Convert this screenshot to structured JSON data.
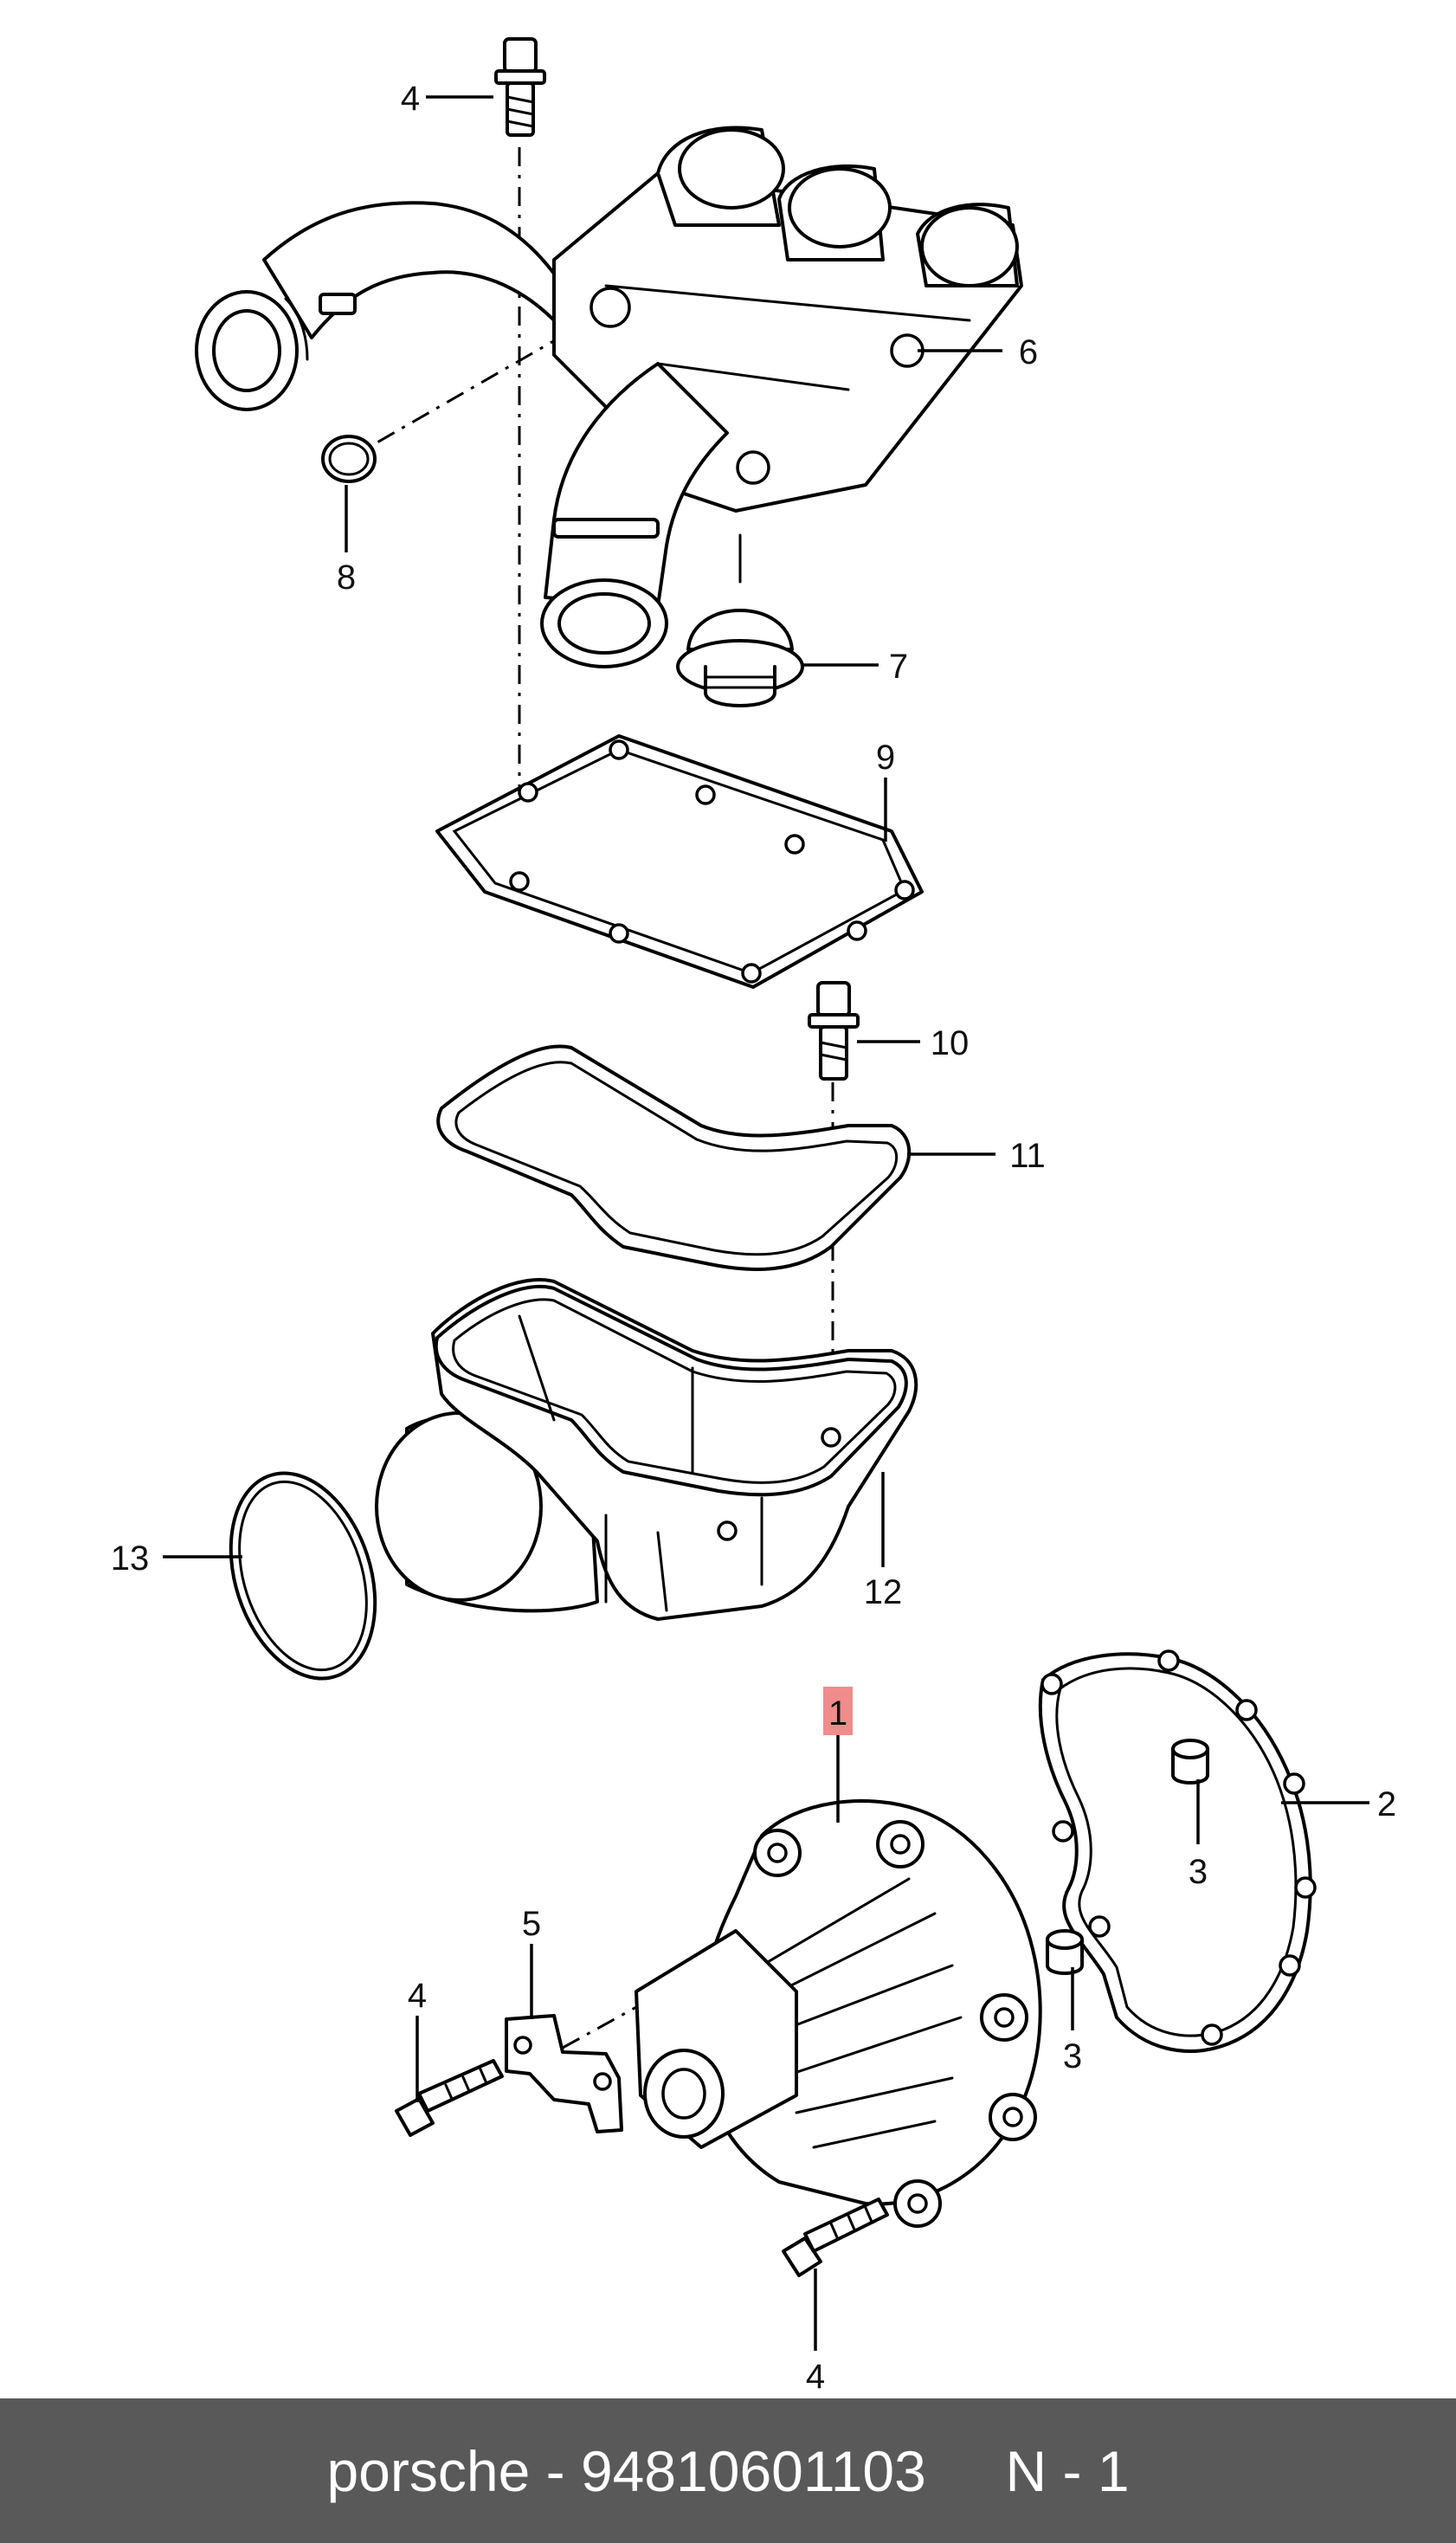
{
  "footer": {
    "brand": "porsche",
    "separator": " - ",
    "part_number": "94810601103",
    "gap": "     ",
    "code": "N - 1"
  },
  "diagram": {
    "highlight_color": "#f08c8c",
    "highlighted_callout": "1",
    "callouts": {
      "c1": "1",
      "c2": "2",
      "c3a": "3",
      "c3b": "3",
      "c4a": "4",
      "c4b": "4",
      "c4c": "4",
      "c5": "5",
      "c6": "6",
      "c7": "7",
      "c8": "8",
      "c9": "9",
      "c10": "10",
      "c11": "11",
      "c12": "12",
      "c13": "13"
    }
  }
}
